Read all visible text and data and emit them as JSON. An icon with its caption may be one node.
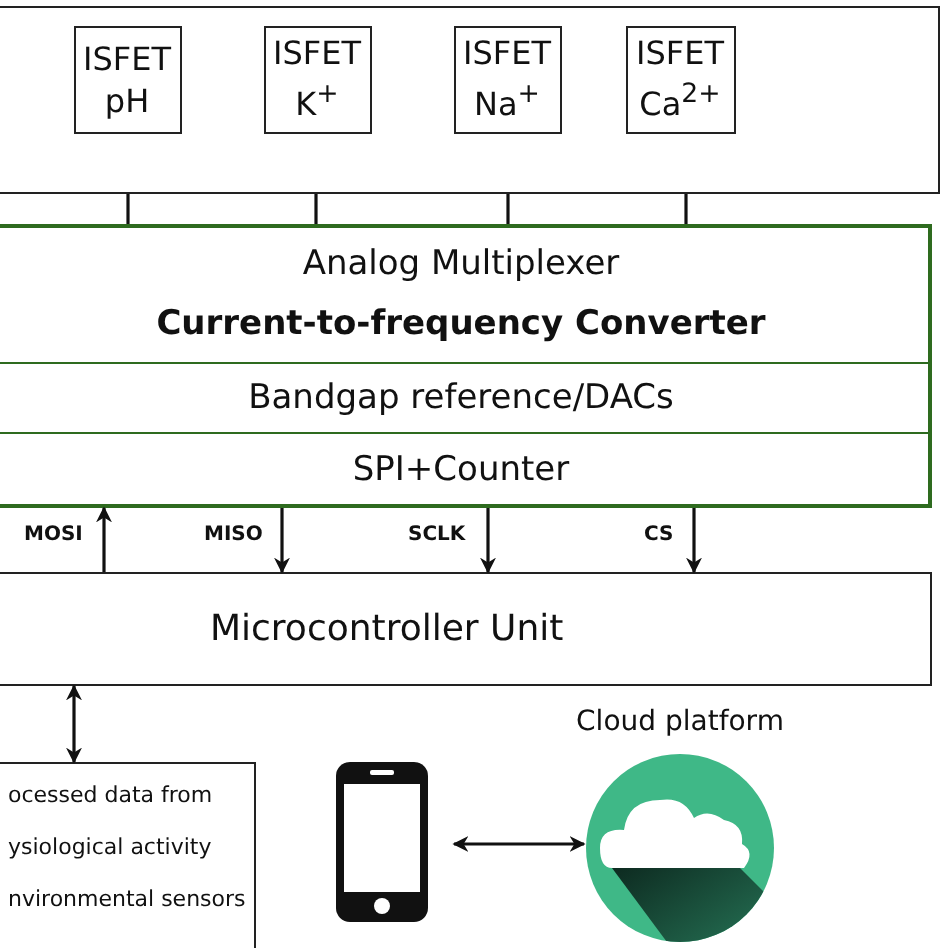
{
  "diagram": {
    "nodes": [
      {
        "text": [],
        "shape": "box"
      },
      {
        "text": [
          "ISFET pH"
        ],
        "in": 0
      },
      {
        "text": [
          "ISFET K$^{+}$"
        ],
        "in": 0
      },
      {
        "text": [
          "ISFET Na$^{+}$"
        ],
        "in": 0
      },
      {
        "text": [
          "ISFET Ca$^{2+}$"
        ],
        "in": 0
      },
      {
        "text": [],
        "shape": "box"
      },
      {
        "text": [
          "Analog Multiplexer",
          "Current-to-frequency Converter"
        ],
        "in": 5
      },
      {
        "text": [
          "Bandgap reference/DACs"
        ],
        "in": 5
      },
      {
        "text": [
          "SPI+Counter"
        ],
        "in": 5
      },
      {
        "text": [
          "Microcontroller Unit"
        ]
      },
      {
        "text": [
          "ocessed data from",
          "ysiological activity",
          "nvironmental sensors"
        ]
      },
      {
        "text": [],
        "shape": "phone"
      },
      {
        "text": [
          "Cloud platform"
        ]
      }
    ],
    "edges": [
      {
        "from": 0,
        "to": 5,
        "arrow": "none"
      },
      {
        "from": 0,
        "to": 5,
        "arrow": "none"
      },
      {
        "from": 0,
        "to": 5,
        "arrow": "none"
      },
      {
        "from": 0,
        "to": 5,
        "arrow": "none"
      },
      {
        "from": 9,
        "to": 8,
        "arrow": "to",
        "label": "MOSI"
      },
      {
        "from": 8,
        "to": 9,
        "arrow": "to",
        "label": "MISO"
      },
      {
        "from": 8,
        "to": 9,
        "arrow": "to",
        "label": "SCLK"
      },
      {
        "from": 8,
        "to": 9,
        "arrow": "to",
        "label": "CS"
      },
      {
        "from": 9,
        "to": 10,
        "arrow": "both"
      },
      {
        "from": 11,
        "to": 12,
        "arrow": "both"
      }
    ]
  }
}
